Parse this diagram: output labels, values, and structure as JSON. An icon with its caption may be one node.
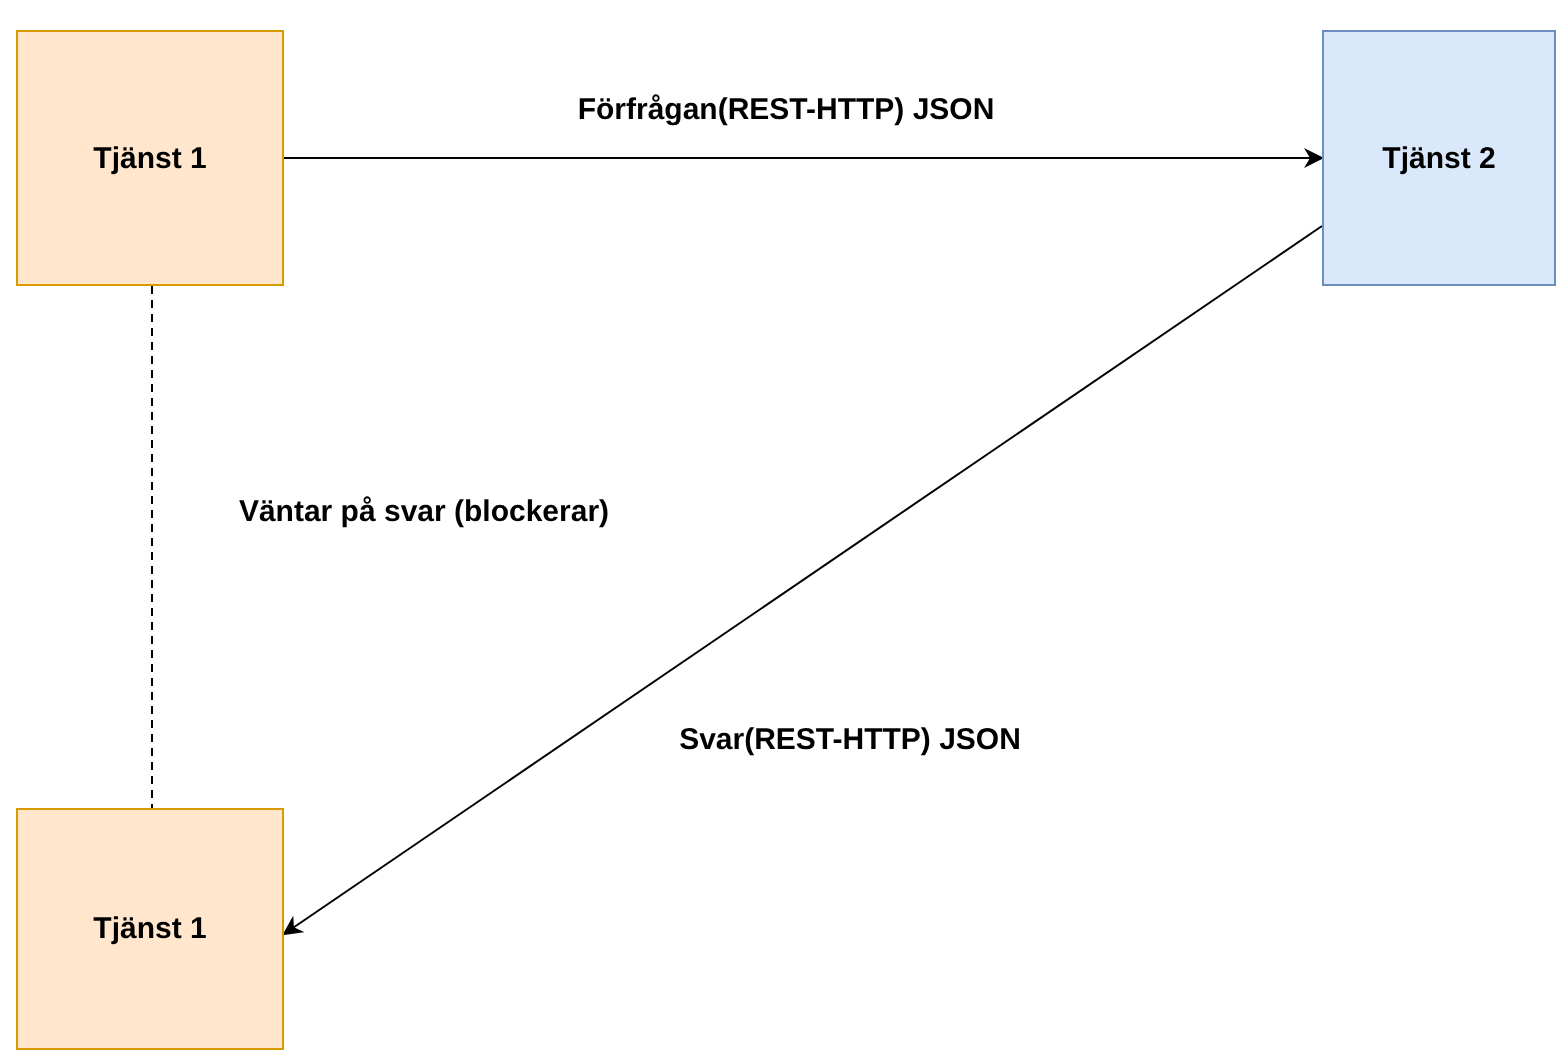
{
  "diagram": {
    "nodes": [
      {
        "text": [
          "Tjänst 1"
        ]
      },
      {
        "text": [
          "Tjänst 2"
        ]
      },
      {
        "text": [
          "Tjänst 1"
        ]
      }
    ],
    "edges": [
      {
        "from": 0,
        "to": 1,
        "arrow": "to",
        "label": "Förfrågan(REST-HTTP) JSON"
      },
      {
        "from": 1,
        "to": 2,
        "arrow": "to",
        "label": "Svar(REST-HTTP) JSON"
      },
      {
        "from": 0,
        "to": 2,
        "arrow": "none",
        "label": "Väntar på svar (blockerar)",
        "style": "dashed"
      }
    ]
  }
}
